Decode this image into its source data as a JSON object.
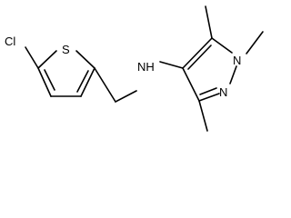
{
  "molecule": {
    "atoms": {
      "chlorine": "Cl",
      "sulfur": "S",
      "amine_nitrogen": "NH",
      "pyrazole_n1": "N",
      "pyrazole_n2": "N"
    }
  }
}
